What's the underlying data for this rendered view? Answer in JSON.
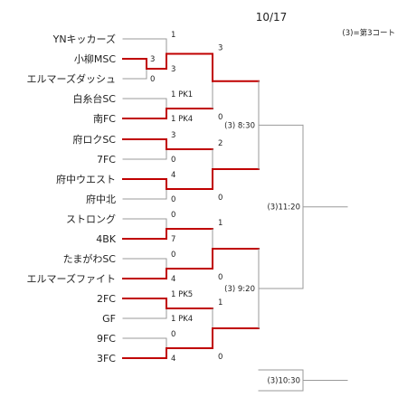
{
  "header": {
    "date": "10/17",
    "court_note": "(3)=第3コート"
  },
  "colors": {
    "winner_line": "#c00000",
    "normal_line": "#9a9a9a",
    "highlight_team": "#c00000",
    "text": "#222222"
  },
  "teams": [
    {
      "name": "YNキッカーズ"
    },
    {
      "name": "小柳MSC"
    },
    {
      "name": "エルマーズダッシュ"
    },
    {
      "name": "白糸台SC"
    },
    {
      "name": "南FC"
    },
    {
      "name": "府ロクSC"
    },
    {
      "name": "7FC"
    },
    {
      "name": "府中ウエスト"
    },
    {
      "name": "府中北"
    },
    {
      "name": "ストロング"
    },
    {
      "name": "4BK",
      "highlight": true
    },
    {
      "name": "たまがわSC"
    },
    {
      "name": "エルマーズファイト"
    },
    {
      "name": "2FC"
    },
    {
      "name": "GF"
    },
    {
      "name": "9FC"
    },
    {
      "name": "3FC"
    }
  ],
  "scores": {
    "play_in": {
      "top": "3",
      "bottom": "0"
    },
    "round1": [
      {
        "top": "1",
        "bottom": "3"
      },
      {
        "top": "1 PK1",
        "bottom": "1 PK4"
      },
      {
        "top": "3",
        "bottom": "0"
      },
      {
        "top": "4",
        "bottom": "0"
      },
      {
        "top": "0",
        "bottom": "7"
      },
      {
        "top": "0",
        "bottom": "4"
      },
      {
        "top": "1 PK5",
        "bottom": "1 PK4"
      },
      {
        "top": "0",
        "bottom": "4"
      }
    ],
    "round2": [
      {
        "top": "3",
        "bottom": "0"
      },
      {
        "top": "2",
        "bottom": "0"
      },
      {
        "top": "1",
        "bottom": "0"
      },
      {
        "top": "1",
        "bottom": "0"
      }
    ]
  },
  "matches": {
    "semi_top": "(3) 8:30",
    "semi_bottom": "(3) 9:20",
    "final": "(3)11:20",
    "third_place": "(3)10:30"
  }
}
